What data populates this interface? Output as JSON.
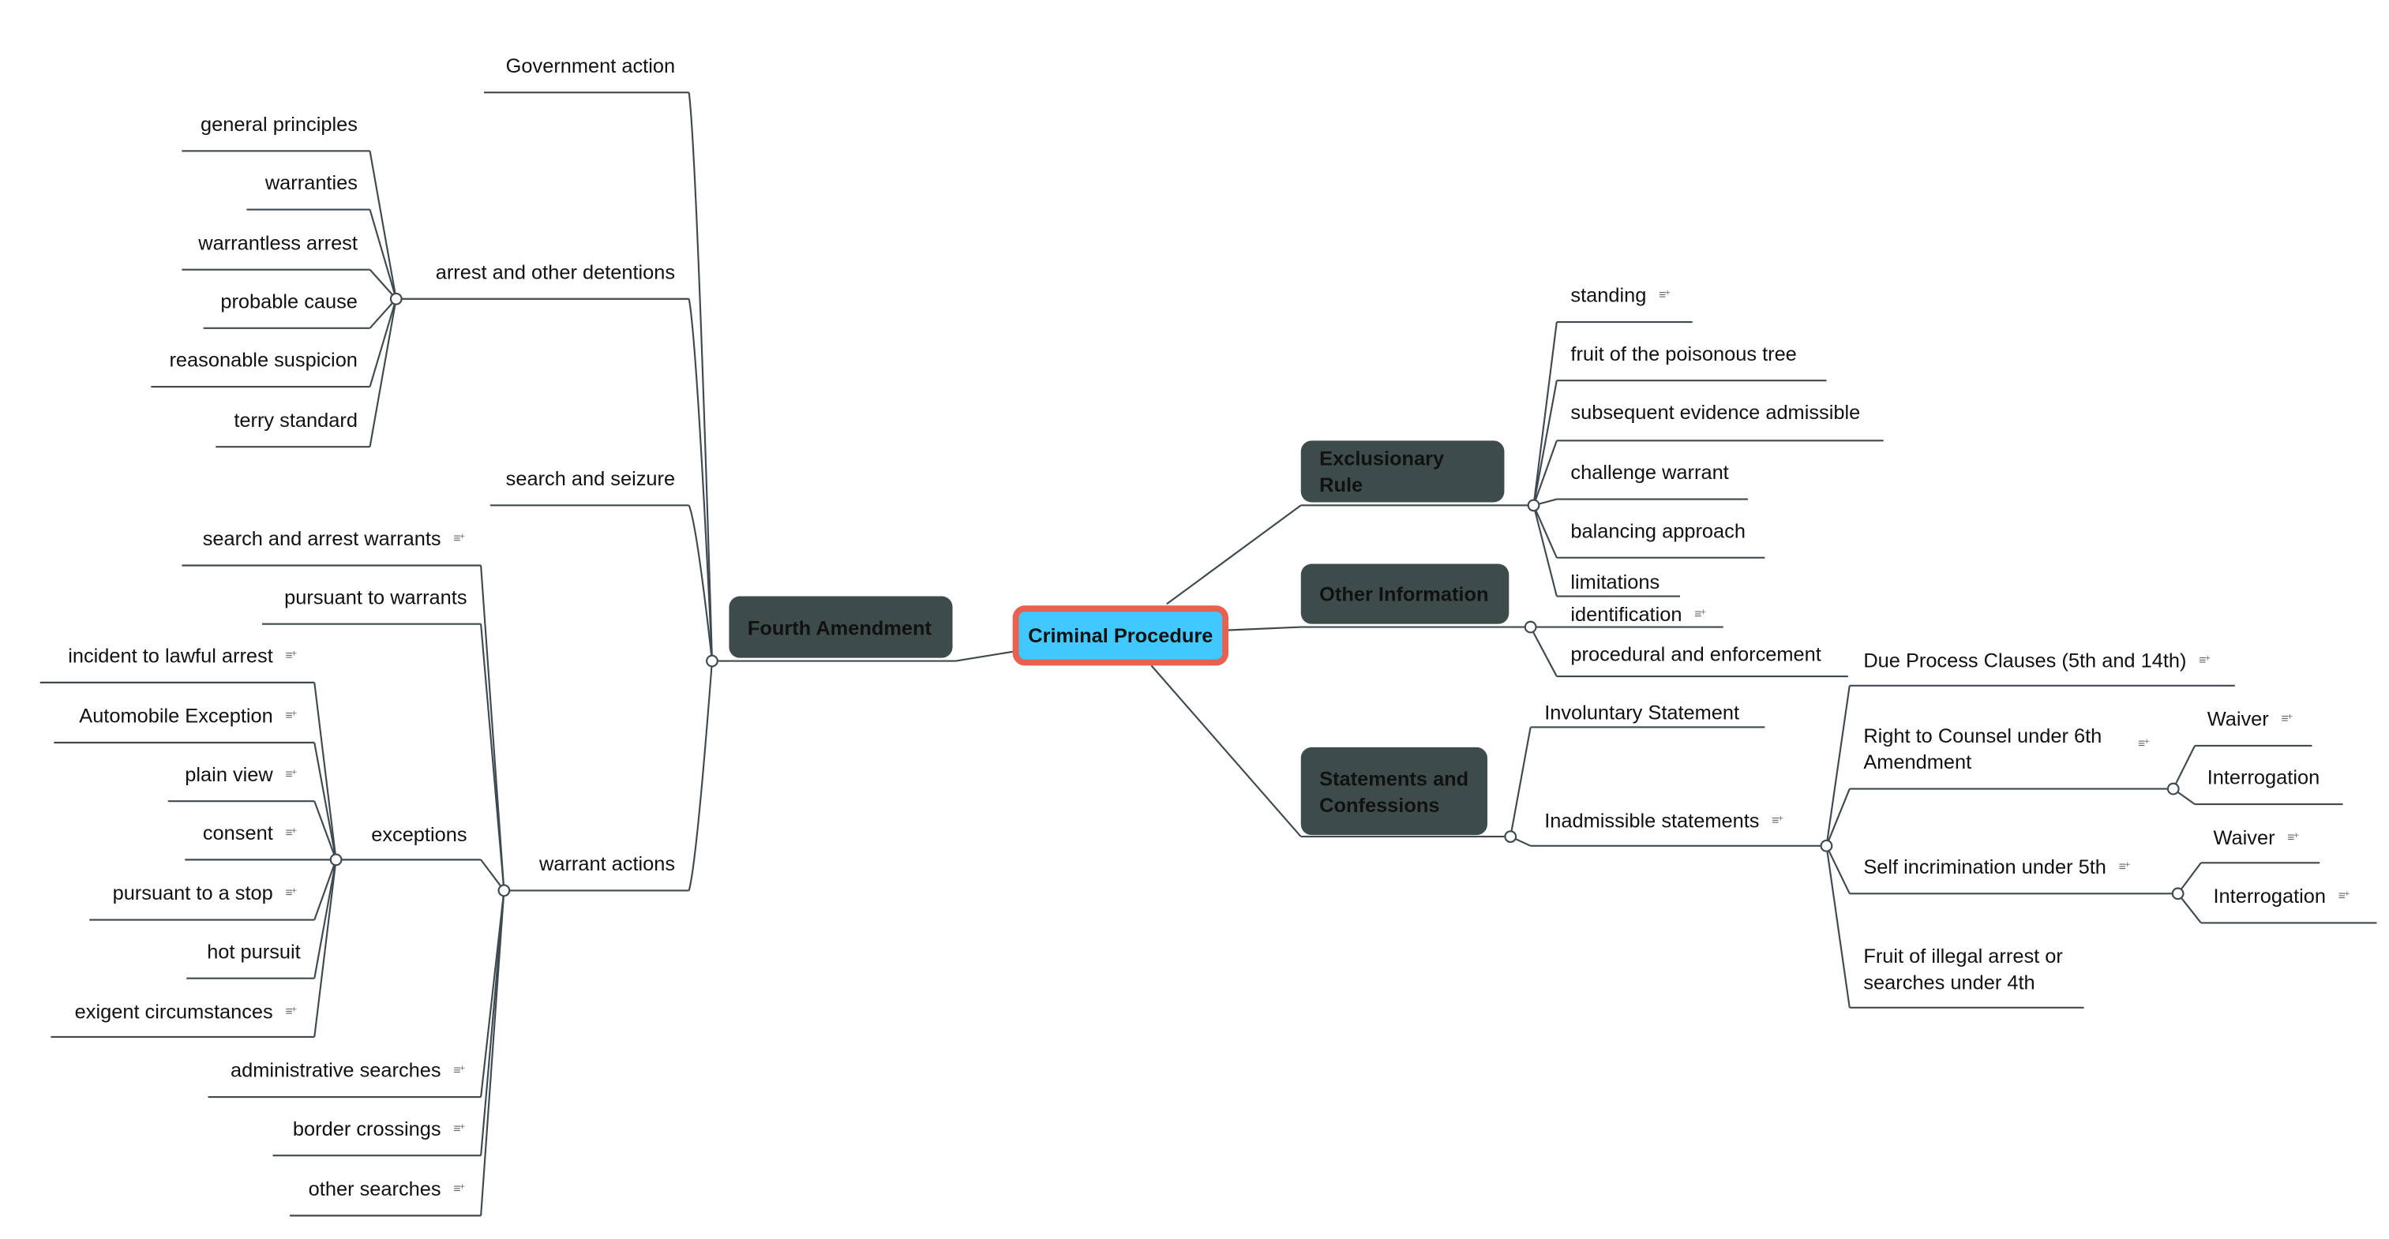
{
  "colors": {
    "root_fill": "#40c8ff",
    "root_border": "#e8604f",
    "node_fill": "#3d4b4a",
    "edge": "#3e4a50"
  },
  "note_icon": "≡⁺",
  "root": {
    "label": "Criminal Procedure"
  },
  "fourth": {
    "label": "Fourth Amendment",
    "children": [
      {
        "label": "Government action"
      },
      {
        "label": "arrest and other detentions",
        "children": [
          {
            "label": "general principles"
          },
          {
            "label": "warranties"
          },
          {
            "label": "warrantless arrest"
          },
          {
            "label": "probable cause"
          },
          {
            "label": "reasonable suspicion"
          },
          {
            "label": "terry standard"
          }
        ]
      },
      {
        "label": "search and seizure"
      },
      {
        "label": "warrant actions",
        "children": [
          {
            "label": "search and arrest warrants"
          },
          {
            "label": "pursuant to warrants"
          },
          {
            "label": "exceptions",
            "children": [
              {
                "label": "incident to lawful arrest"
              },
              {
                "label": "Automobile Exception"
              },
              {
                "label": "plain view"
              },
              {
                "label": "consent"
              },
              {
                "label": "pursuant to a stop"
              },
              {
                "label": "hot pursuit"
              },
              {
                "label": "exigent circumstances"
              }
            ]
          },
          {
            "label": "administrative searches"
          },
          {
            "label": "border crossings"
          },
          {
            "label": "other searches"
          }
        ]
      }
    ]
  },
  "exclusionary": {
    "label": "Exclusionary Rule",
    "children": [
      {
        "label": "standing"
      },
      {
        "label": "fruit of the poisonous tree"
      },
      {
        "label": "subsequent evidence admissible"
      },
      {
        "label": "challenge warrant"
      },
      {
        "label": "balancing approach"
      },
      {
        "label": "limitations"
      }
    ]
  },
  "other": {
    "label": "Other Information",
    "children": [
      {
        "label": "identification"
      },
      {
        "label": "procedural and enforcement"
      }
    ]
  },
  "statements": {
    "label": "Statements and Confessions",
    "children": [
      {
        "label": "Involuntary Statement"
      },
      {
        "label": "Inadmissible statements",
        "children": [
          {
            "label": "Due Process Clauses (5th and 14th)"
          },
          {
            "label": "Right to Counsel under 6th Amendment",
            "children": [
              {
                "label": "Waiver"
              },
              {
                "label": "Interrogation"
              }
            ]
          },
          {
            "label": "Self incrimination under 5th",
            "children": [
              {
                "label": "Waiver"
              },
              {
                "label": "Interrogation"
              }
            ]
          },
          {
            "label": "Fruit of illegal arrest or searches under 4th"
          }
        ]
      }
    ]
  }
}
